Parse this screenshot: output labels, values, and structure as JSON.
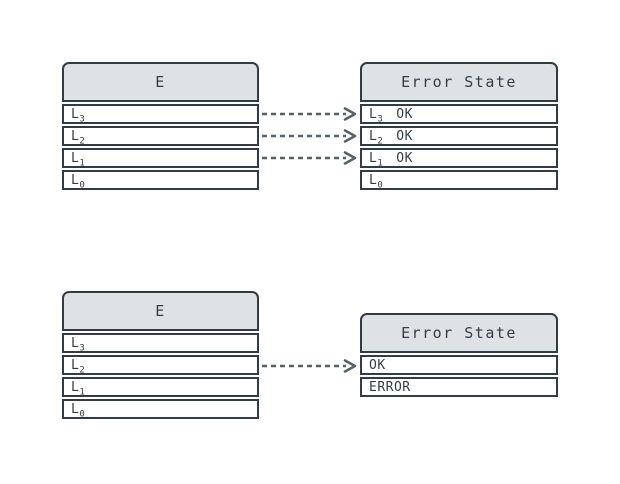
{
  "colors": {
    "bg": "#ffffff",
    "border": "#323c47",
    "header-bg": "#dfe2e5",
    "text": "#333e49",
    "arrow": "#57616c"
  },
  "top_diagram": {
    "source_table": {
      "title": "E",
      "rows": [
        {
          "base": "L",
          "sub": "3"
        },
        {
          "base": "L",
          "sub": "2"
        },
        {
          "base": "L",
          "sub": "1"
        },
        {
          "base": "L",
          "sub": "0"
        }
      ]
    },
    "target_table": {
      "title": "Error State",
      "rows": [
        {
          "base": "L",
          "sub": "3",
          "status": "OK"
        },
        {
          "base": "L",
          "sub": "2",
          "status": "OK"
        },
        {
          "base": "L",
          "sub": "1",
          "status": "OK"
        },
        {
          "base": "L",
          "sub": "0",
          "status": ""
        }
      ]
    },
    "arrows": [
      {
        "from_row": "L3",
        "to_row": "L3 OK"
      },
      {
        "from_row": "L2",
        "to_row": "L2 OK"
      },
      {
        "from_row": "L1",
        "to_row": "L1 OK"
      }
    ]
  },
  "bottom_diagram": {
    "source_table": {
      "title": "E",
      "rows": [
        {
          "base": "L",
          "sub": "3"
        },
        {
          "base": "L",
          "sub": "2"
        },
        {
          "base": "L",
          "sub": "1"
        },
        {
          "base": "L",
          "sub": "0"
        }
      ]
    },
    "target_table": {
      "title": "Error State",
      "rows": [
        {
          "label": "OK"
        },
        {
          "label": "ERROR"
        }
      ]
    },
    "arrows": [
      {
        "from_row": "L2",
        "to_row": "OK"
      }
    ]
  }
}
